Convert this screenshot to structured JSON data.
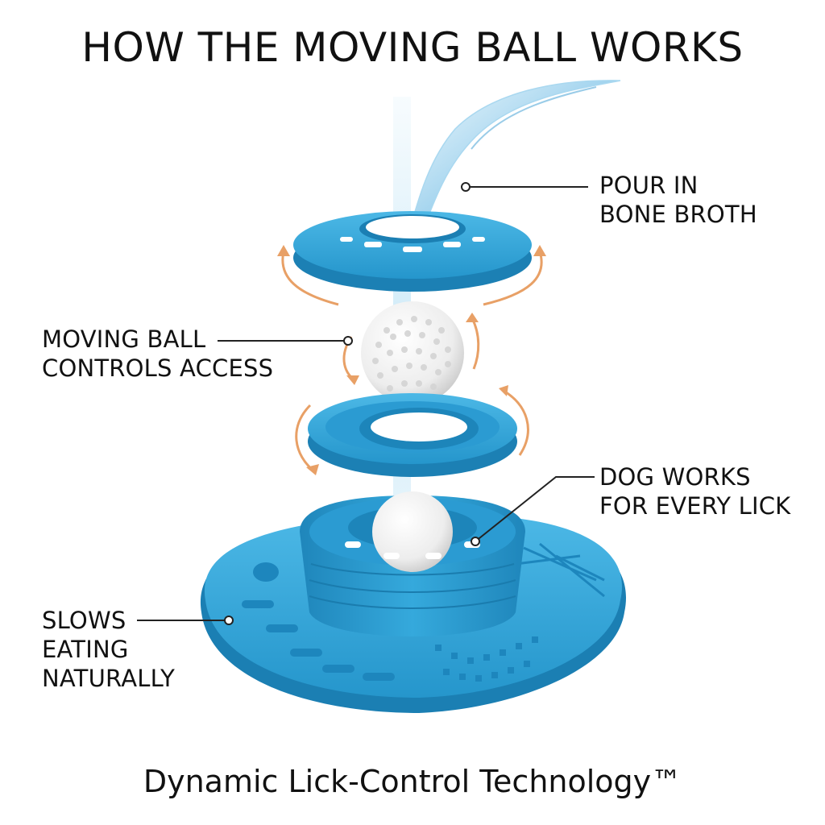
{
  "title": "HOW THE MOVING BALL WORKS",
  "subtitle": "Dynamic Lick-Control Technology™",
  "callouts": {
    "pour": {
      "line1": "POUR IN",
      "line2": "BONE BROTH"
    },
    "ball": {
      "line1": "MOVING BALL",
      "line2": "CONTROLS ACCESS"
    },
    "dog": {
      "line1": "DOG WORKS",
      "line2": "FOR EVERY LICK"
    },
    "slow": {
      "line1": "SLOWS",
      "line2": "EATING",
      "line3": "NATURALLY"
    }
  },
  "colors": {
    "product_blue": "#2ea3d8",
    "product_blue_dark": "#1b7fb3",
    "arrow_orange": "#e8a066",
    "water": "#9fd3ee",
    "ball_white": "#f4f4f4",
    "text": "#111111"
  },
  "icons": [
    "water-stream",
    "lid-disc",
    "golf-ball",
    "ring-tray",
    "lick-mat-base",
    "rotation-arrow"
  ]
}
